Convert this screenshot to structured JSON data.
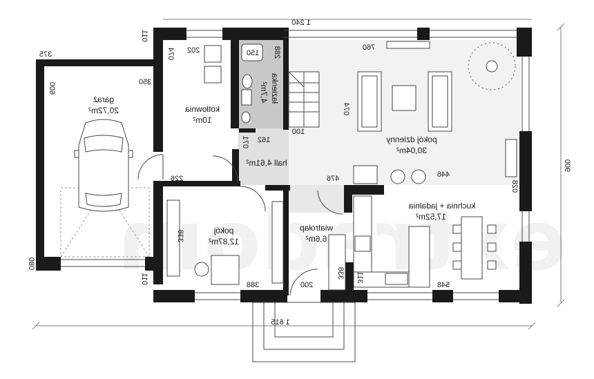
{
  "dimensions": {
    "top_total": "1 240",
    "bottom_total": "1 615",
    "right_total": "900",
    "garage_width": "375",
    "garage_left_upper": "600",
    "garage_left_lower": "080",
    "garage_top": "350",
    "boiler_top_left": "011",
    "boiler_side": "074",
    "boiler_w": "202",
    "bath_side": "288",
    "bath_top": "150",
    "hall_top": "162",
    "hall_side": "071",
    "stairs_bottom": "100",
    "hall_bottom_left": "226",
    "hall_bottom_right": "476",
    "living_top": "760",
    "living_side": "074",
    "living_bottom": "446",
    "right_wall": "028",
    "room_left": "338",
    "room_bottom": "388",
    "bottom_left": "011",
    "vest_bottom": "200",
    "vest_side": "338",
    "kitchen_side": "311",
    "kitchen_bottom": "548"
  },
  "rooms": {
    "garage": {
      "name": "garaż",
      "area": "20,72m²"
    },
    "boiler": {
      "name": "kotłownia",
      "area": "10m²"
    },
    "bathroom": {
      "name": "łazienka",
      "area": "4,7m²"
    },
    "hall": {
      "name": "hall 4,61m²"
    },
    "living": {
      "name": "pokój dzienny",
      "area": "30,04m²"
    },
    "kitchen": {
      "name": "kuchnia + jadalnia",
      "area": "17,52m²"
    },
    "room": {
      "name": "pokój",
      "area": "12,87m²"
    },
    "vestibule": {
      "name": "wiatrołap",
      "area": "6,6m²"
    }
  },
  "colors": {
    "wall": "#1a1a1a",
    "line": "#444444",
    "hall_fill": "#e0e0e0",
    "bath_fill": "#c8c8c8"
  }
}
